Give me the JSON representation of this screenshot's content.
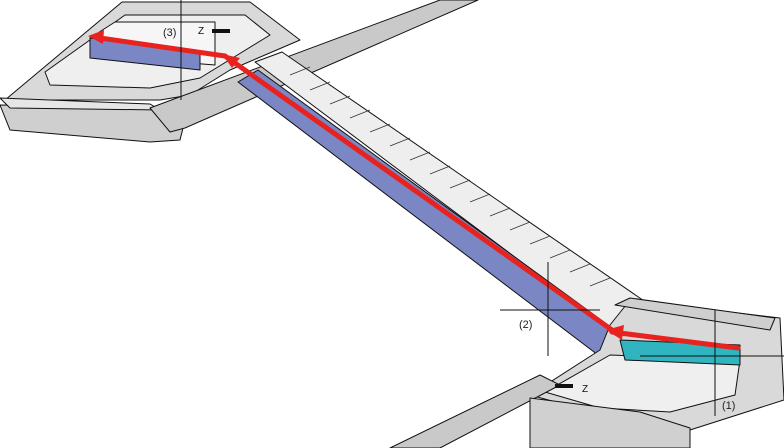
{
  "drawing": {
    "markers": [
      {
        "label": "(1)"
      },
      {
        "label": "(2)"
      },
      {
        "label": "(3)"
      }
    ],
    "landing_tags": {
      "upper": "Z",
      "lower": "Z"
    },
    "colors": {
      "stringer_blue": "#7b86c4",
      "landing_cyan": "#2fb4c0",
      "path_red": "#e8231f",
      "steel_gray": "#c8c8c8",
      "tread_light": "#ececec"
    }
  }
}
